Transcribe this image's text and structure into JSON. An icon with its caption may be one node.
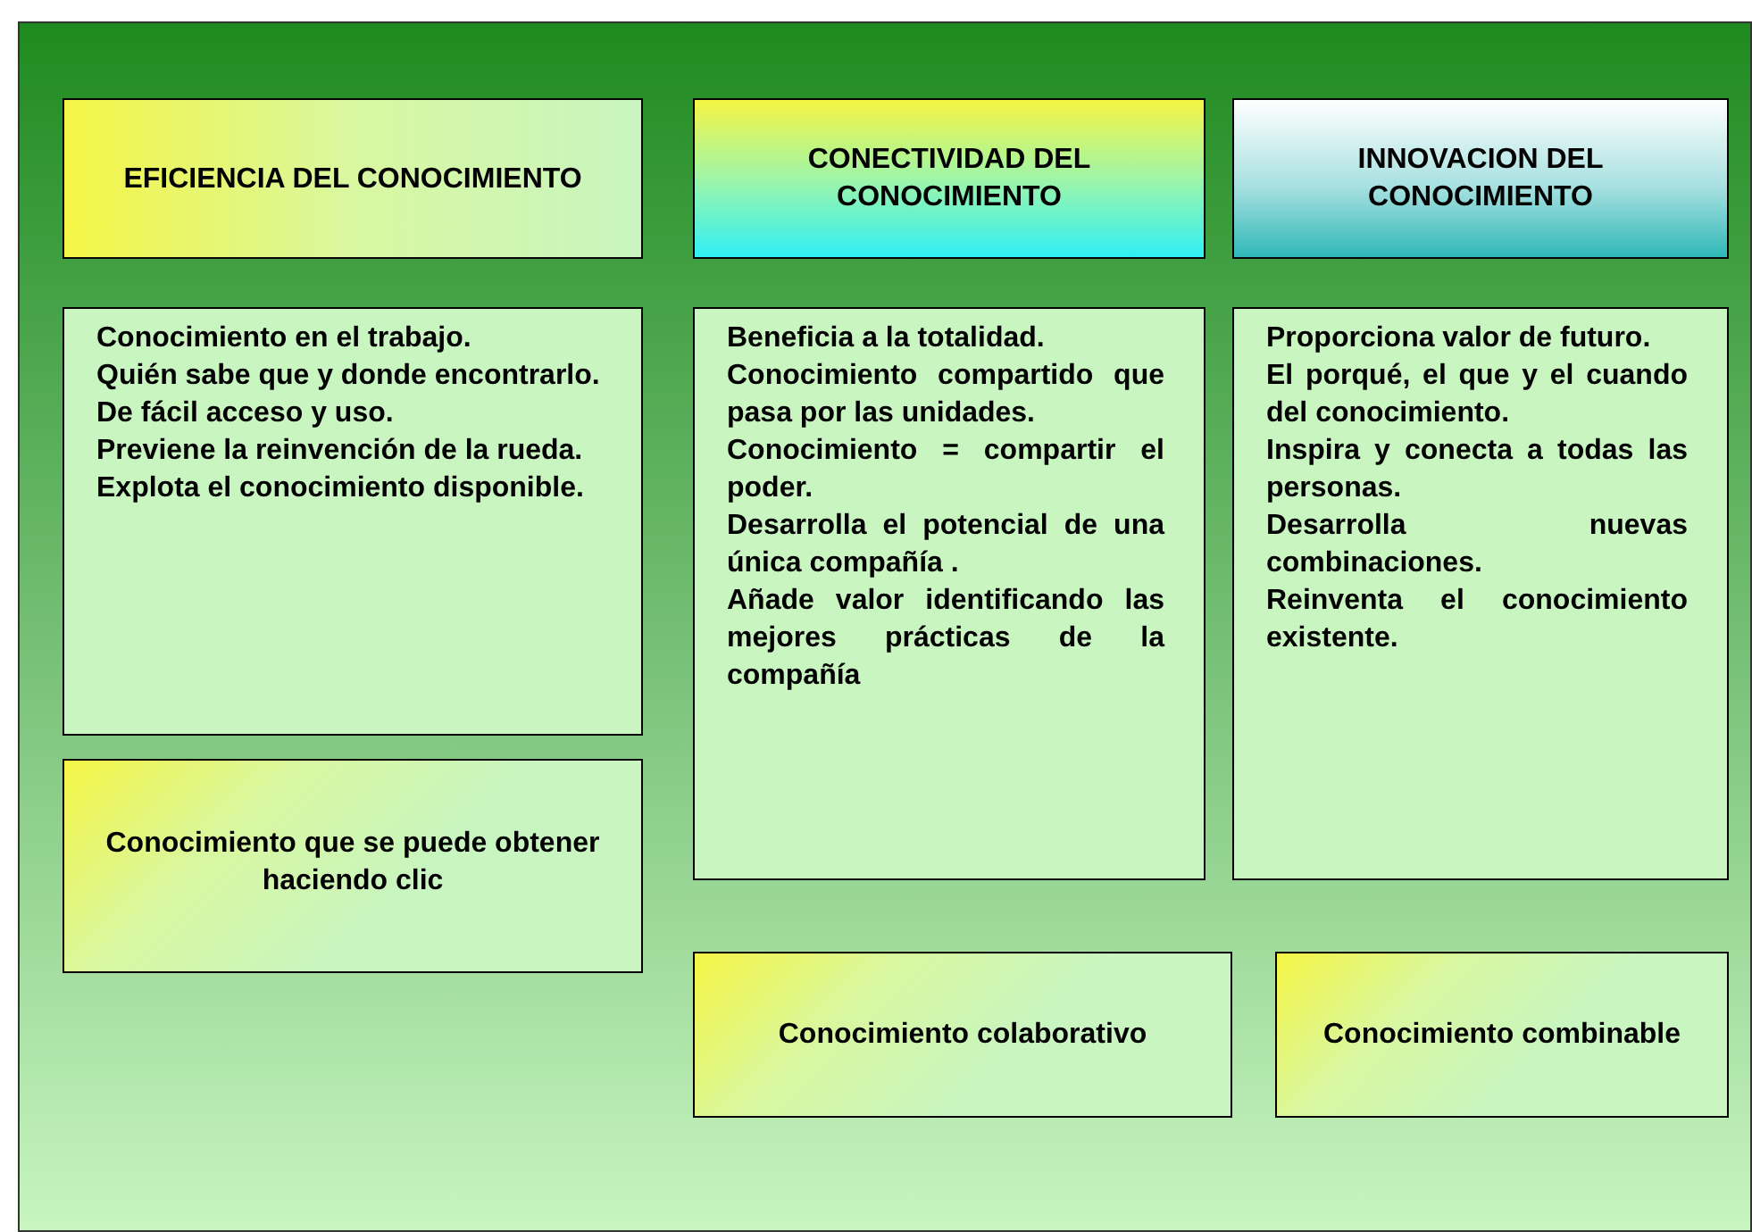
{
  "diagram": {
    "nodes": [
      {
        "text": [
          "EFICIENCIA DEL CONOCIMIENTO"
        ]
      },
      {
        "text": [
          "CONECTIVIDAD  DEL CONOCIMIENTO"
        ]
      },
      {
        "text": [
          "INNOVACION DEL CONOCIMIENTO"
        ]
      },
      {
        "text": [
          "Conocimiento en el trabajo.",
          "Quién sabe que y donde encontrarlo.",
          "De fácil acceso y uso.",
          "Previene la reinvención de la rueda.",
          "Explota el conocimiento disponible."
        ]
      },
      {
        "text": [
          "Beneficia a la totalidad.",
          "Conocimiento compartido que pasa por las unidades.",
          "Conocimiento = compartir el poder.",
          "Desarrolla el potencial de una única compañía .",
          "Añade valor identificando las mejores prácticas de la compañía"
        ]
      },
      {
        "text": [
          "Proporciona valor de futuro.",
          "El porqué, el que y el cuando del conocimiento.",
          "Inspira y conecta a todas las personas.",
          "Desarrolla nuevas combinaciones.",
          "Reinventa el conocimiento existente."
        ]
      },
      {
        "text": [
          "Conocimiento que se puede obtener haciendo clic"
        ]
      },
      {
        "text": [
          "Conocimiento colaborativo"
        ]
      },
      {
        "text": [
          "Conocimiento combinable"
        ]
      }
    ]
  }
}
